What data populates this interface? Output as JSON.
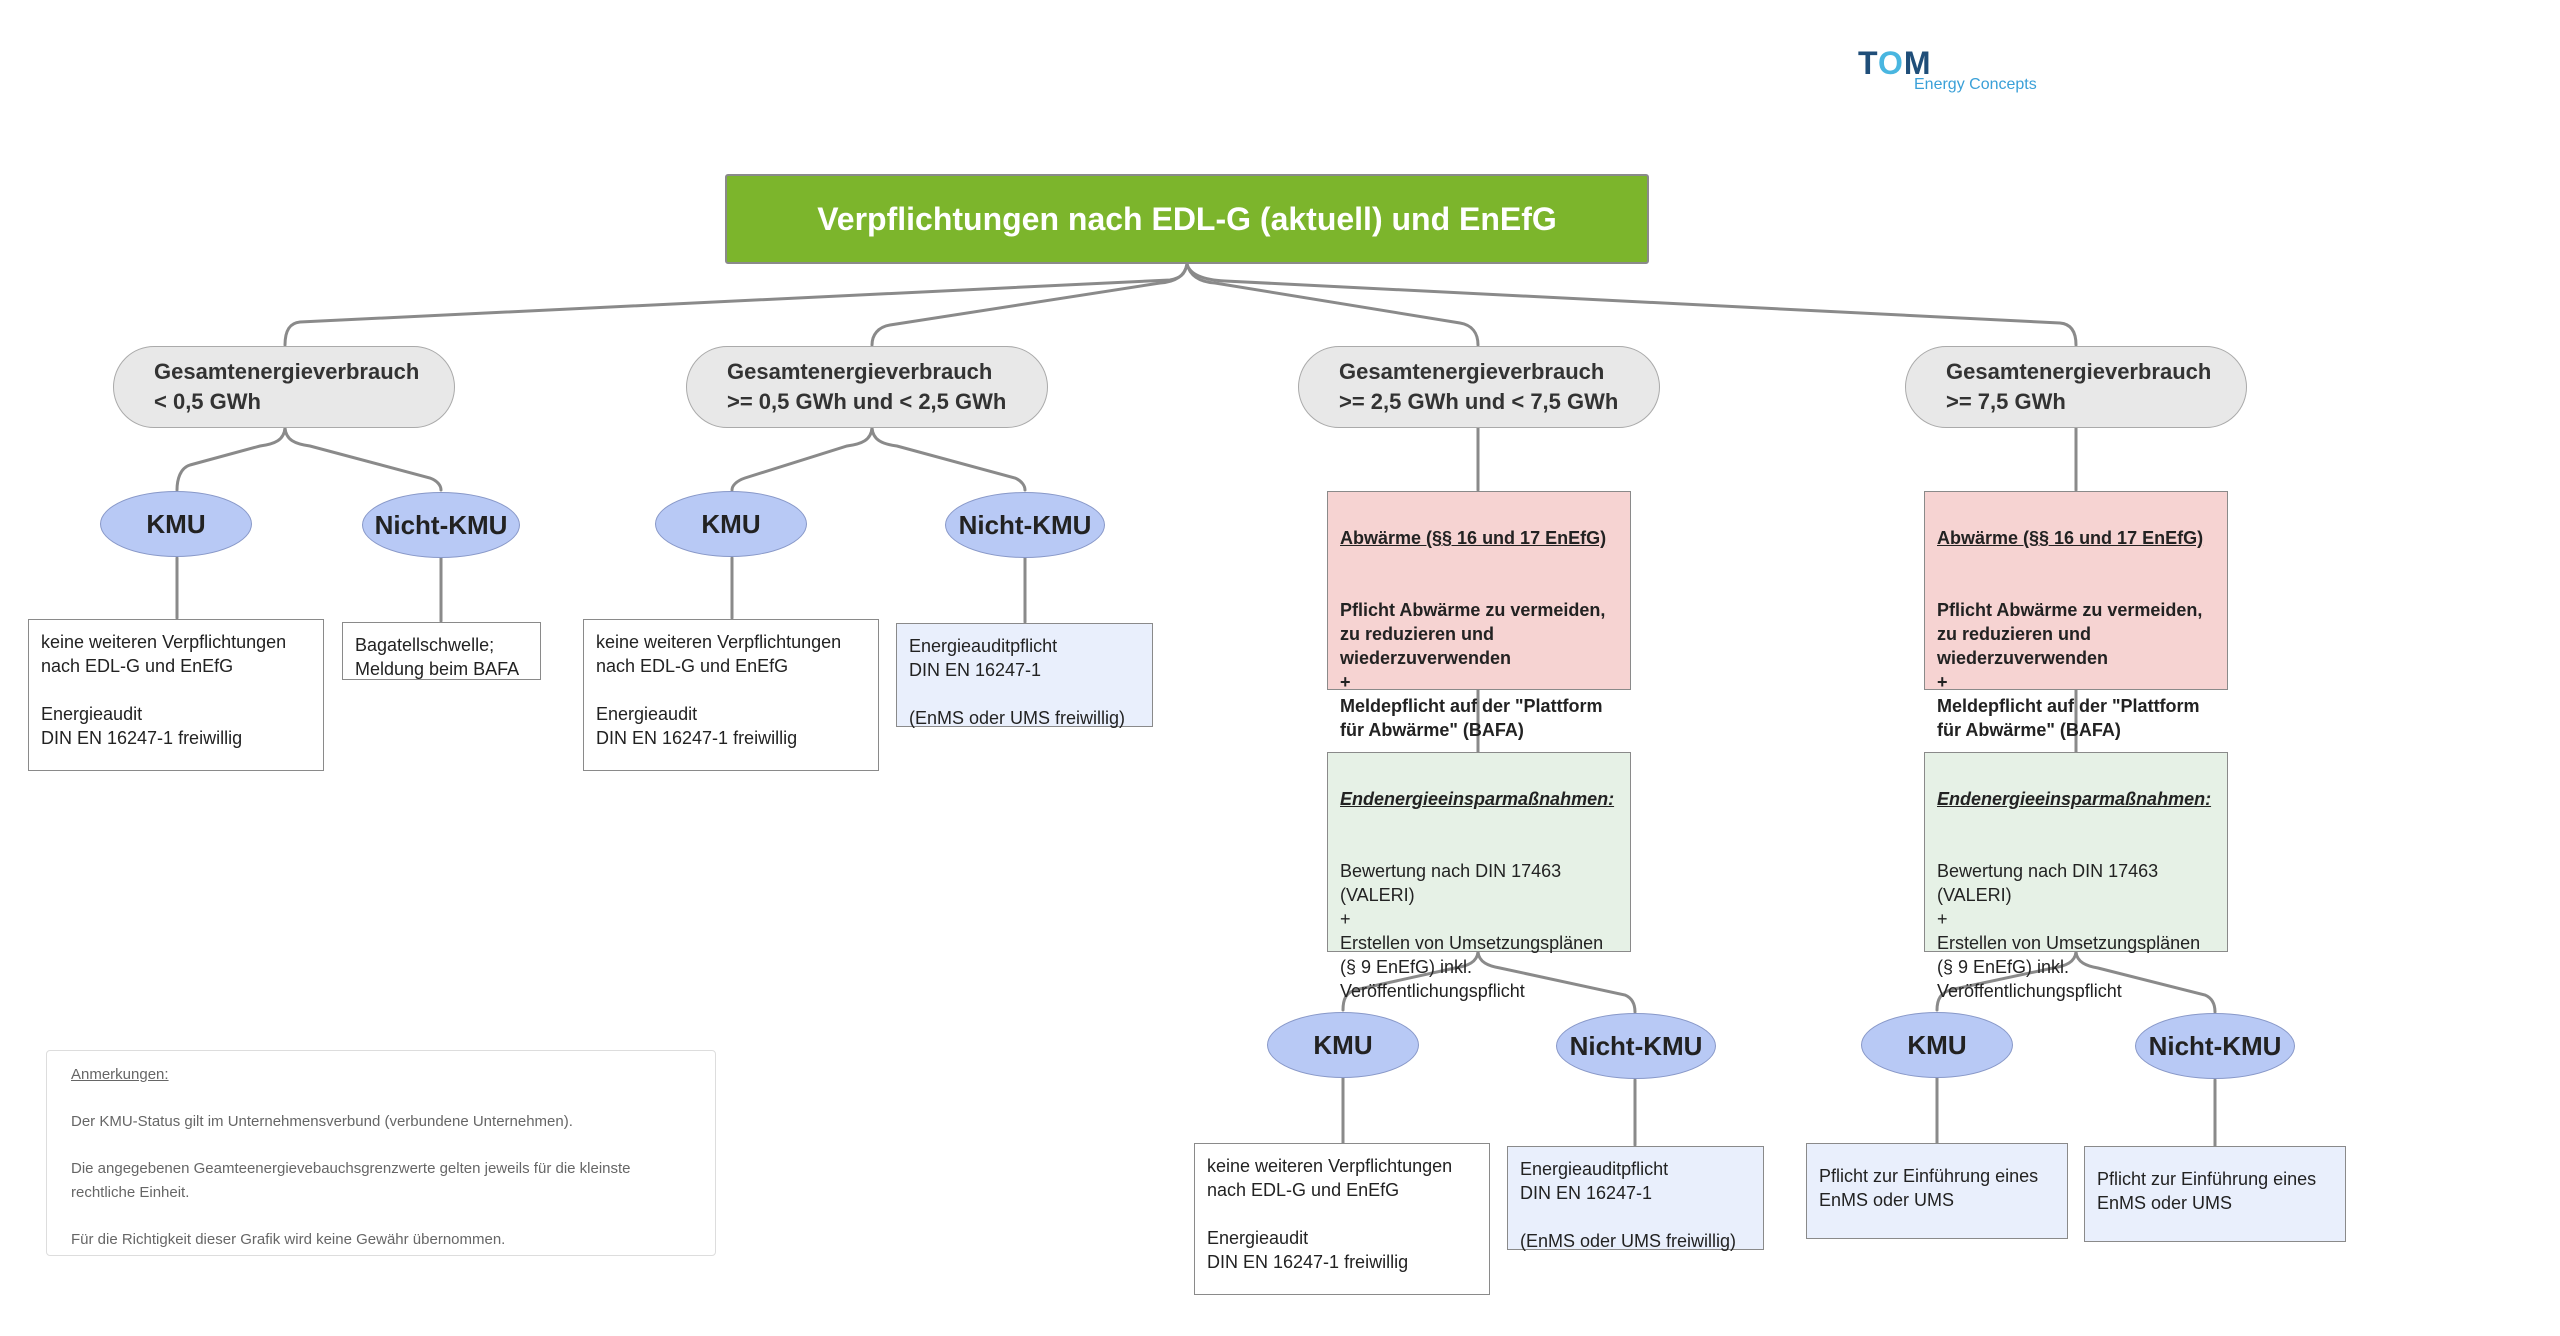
{
  "logo": {
    "brand": "TOM",
    "subtitle": "Energy Concepts"
  },
  "title": "Verpflichtungen nach EDL-G (aktuell) und EnEfG",
  "categories": [
    {
      "line1": "Gesamtenergieverbrauch",
      "line2": "< 0,5 GWh"
    },
    {
      "line1": "Gesamtenergieverbrauch",
      "line2": ">= 0,5 GWh und < 2,5 GWh"
    },
    {
      "line1": "Gesamtenergieverbrauch",
      "line2": ">= 2,5 GWh und < 7,5 GWh"
    },
    {
      "line1": "Gesamtenergieverbrauch",
      "line2": ">= 7,5 GWh"
    }
  ],
  "kmu_label": "KMU",
  "nicht_kmu_label": "Nicht-KMU",
  "boxes": {
    "c1_kmu": "keine weiteren Verpflichtungen\nnach EDL-G und EnEfG\n\nEnergieaudit\nDIN EN 16247-1 freiwillig",
    "c1_nkmu": "Bagatellschwelle;\nMeldung beim BAFA",
    "c2_kmu": "keine weiteren Verpflichtungen\nnach EDL-G und EnEfG\n\nEnergieaudit\nDIN EN 16247-1 freiwillig",
    "c2_nkmu": "Energieauditpflicht\nDIN EN 16247-1\n\n(EnMS oder UMS freiwillig)",
    "c3_kmu": "keine weiteren Verpflichtungen\nnach EDL-G und EnEfG\n\nEnergieaudit\nDIN EN 16247-1 freiwillig",
    "c3_nkmu": "Energieauditpflicht\nDIN EN 16247-1\n\n(EnMS oder UMS freiwillig)",
    "c4_kmu": "Pflicht zur Einführung eines\nEnMS oder UMS",
    "c4_nkmu": "Pflicht zur Einführung eines\nEnMS oder UMS"
  },
  "abwaerme": {
    "heading": "Abwärme (§§ 16 und 17 EnEfG)",
    "body": "Pflicht Abwärme zu vermeiden,\nzu reduzieren und\nwiederzuverwenden\n+\nMeldepflicht auf der \"Plattform\nfür Abwärme\" (BAFA)"
  },
  "endenergie": {
    "heading": "Endenergieeinsparmaßnahmen:",
    "body": "Bewertung nach DIN 17463\n(VALERI)\n+\nErstellen von Umsetzungsplänen\n(§ 9 EnEfG) inkl.\nVeröffentlichungspflicht"
  },
  "notes": {
    "heading": "Anmerkungen:",
    "p1": "Der KMU-Status gilt im Unternehmensverbund (verbundene Unternehmen).",
    "p2": "Die angegebenen Geamteenergievebauchsgrenzwerte gelten jeweils für die kleinste rechtliche Einheit.",
    "p3": "Für die Richtigkeit dieser Grafik wird keine Gewähr übernommen."
  },
  "colors": {
    "title_bg": "#7cb52c",
    "category_bg": "#e8e8e8",
    "oval_bg": "#b8c9f5",
    "audit_box_bg": "#e9effc",
    "abwaerme_bg": "#f6d3d2",
    "endenergie_bg": "#e6f1e6",
    "connector": "#8a8a8a"
  }
}
